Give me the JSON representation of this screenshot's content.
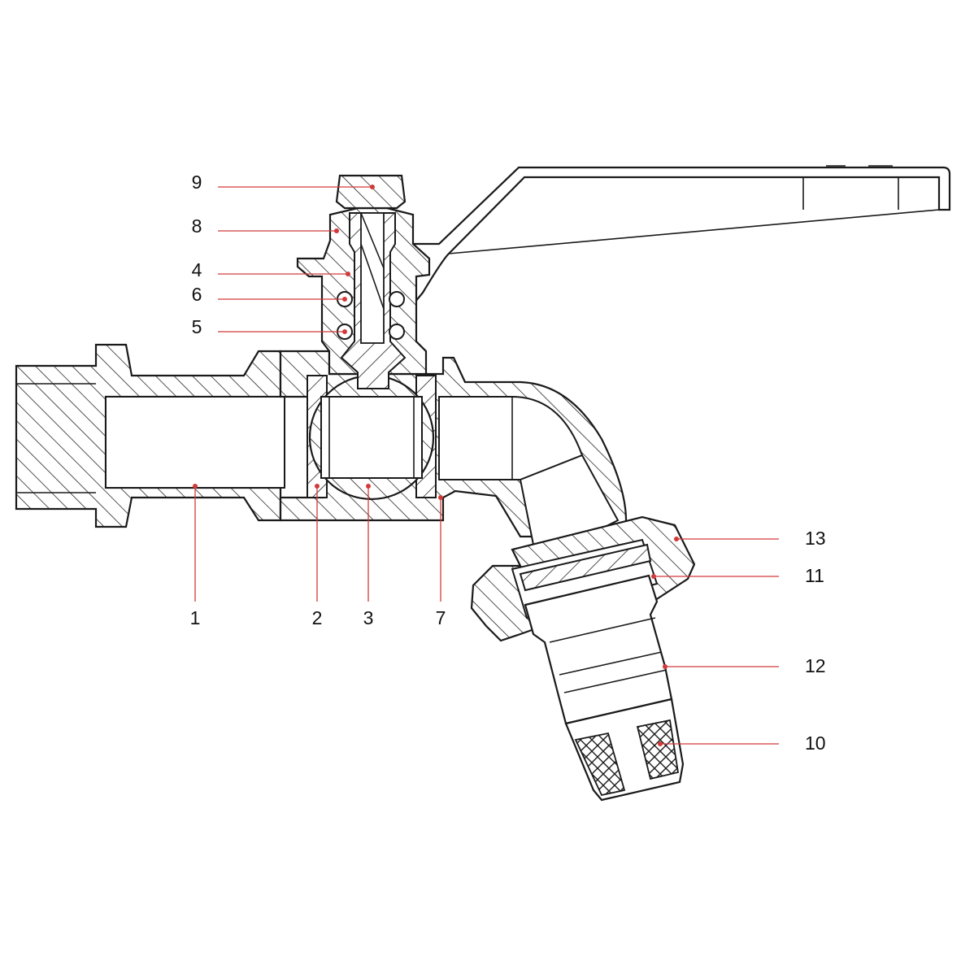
{
  "diagram": {
    "type": "technical-cross-section",
    "leader_color": "#d23a3a",
    "line_color": "#1a1a1a",
    "hatch_pattern": "diagonal-hatch",
    "callouts": [
      {
        "id": "c9",
        "label": "9"
      },
      {
        "id": "c8",
        "label": "8"
      },
      {
        "id": "c4",
        "label": "4"
      },
      {
        "id": "c6",
        "label": "6"
      },
      {
        "id": "c5",
        "label": "5"
      },
      {
        "id": "c1",
        "label": "1"
      },
      {
        "id": "c2",
        "label": "2"
      },
      {
        "id": "c3",
        "label": "3"
      },
      {
        "id": "c7",
        "label": "7"
      },
      {
        "id": "c13",
        "label": "13"
      },
      {
        "id": "c11",
        "label": "11"
      },
      {
        "id": "c12",
        "label": "12"
      },
      {
        "id": "c10",
        "label": "10"
      }
    ]
  }
}
